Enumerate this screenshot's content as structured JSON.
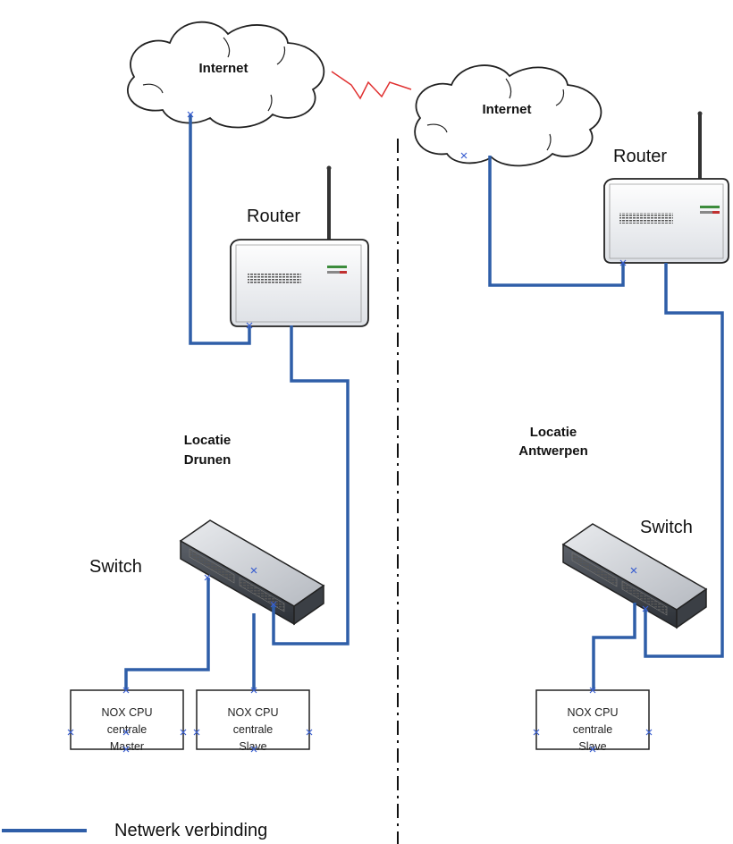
{
  "sites": {
    "drunen": {
      "cloud_label": "Internet",
      "router_label": "Router",
      "location_line1": "Locatie",
      "location_line2": "Drunen",
      "switch_label": "Switch",
      "nodes": [
        {
          "line1": "NOX CPU",
          "line2": "centrale",
          "line3": "Master"
        },
        {
          "line1": "NOX CPU",
          "line2": "centrale",
          "line3": "Slave"
        }
      ]
    },
    "antwerpen": {
      "cloud_label": "Internet",
      "router_label": "Router",
      "location_line1": "Locatie",
      "location_line2": "Antwerpen",
      "switch_label": "Switch",
      "nodes": [
        {
          "line1": "NOX CPU",
          "line2": "centrale",
          "line3": "Slave"
        }
      ]
    }
  },
  "legend": {
    "label": "Netwerk verbinding"
  },
  "colors": {
    "network_line": "#2f5ea8",
    "wan_link": "#e03030",
    "connector_marker": "#3a5fd0",
    "site_divider": "#111111"
  }
}
